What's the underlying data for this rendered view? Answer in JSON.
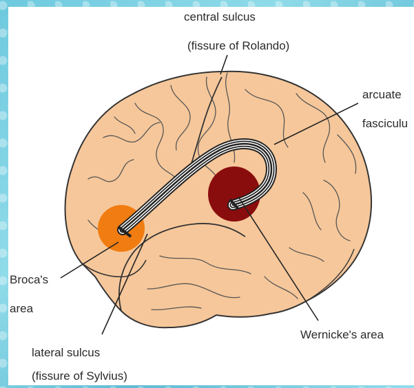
{
  "labels": {
    "central_sulcus_line1": "central sulcus",
    "central_sulcus_line2": "(fissure of Rolando)",
    "arcuate_line1": "arcuate",
    "arcuate_line2": "fasciculu",
    "broca_line1": "Broca's",
    "broca_line2": "area",
    "wernicke": "Wernicke's area",
    "lateral_line1": "lateral sulcus",
    "lateral_line2": "(fissure of Sylvius)"
  },
  "colors": {
    "brain_fill": "#f6c79a",
    "brain_stroke": "#333333",
    "broca": "#f07c12",
    "wernicke": "#8a0d0d",
    "background_pattern": "#6ec9de"
  }
}
